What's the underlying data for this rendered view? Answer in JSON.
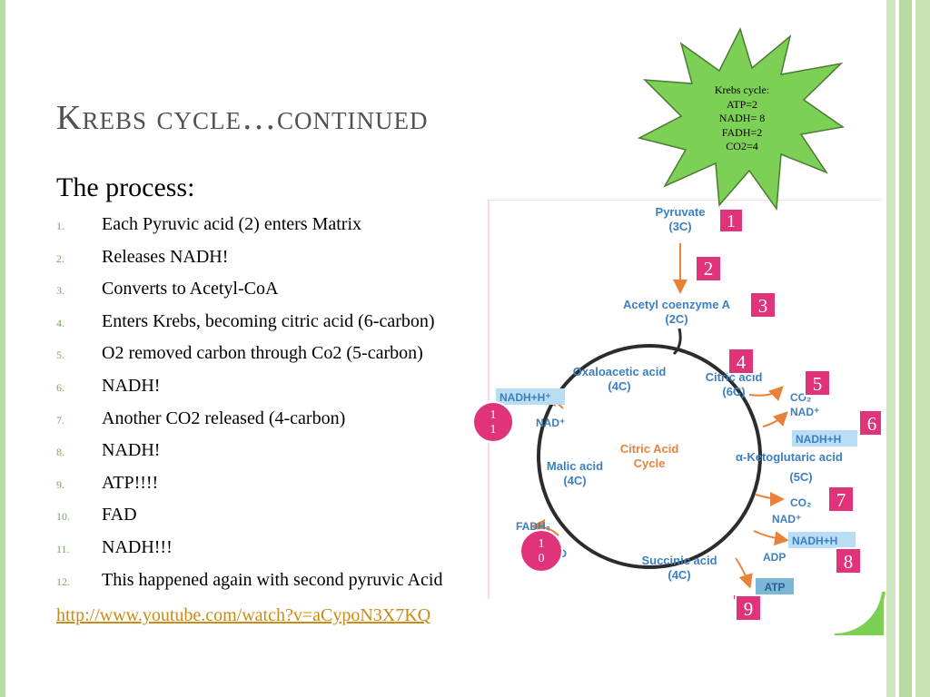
{
  "title": "Krebs cycle…continued",
  "subtitle": "The process:",
  "steps": [
    {
      "num": "1.",
      "text": "Each Pyruvic acid (2) enters Matrix"
    },
    {
      "num": "2.",
      "text": "Releases NADH!"
    },
    {
      "num": "3.",
      "text": "Converts to Acetyl-CoA"
    },
    {
      "num": "4.",
      "text": "Enters Krebs, becoming citric acid (6-carbon)"
    },
    {
      "num": "5.",
      "text": "O2 removed carbon through Co2 (5-carbon)"
    },
    {
      "num": "6.",
      "text": "NADH!"
    },
    {
      "num": "7.",
      "text": "Another CO2 released (4-carbon)"
    },
    {
      "num": "8.",
      "text": "NADH!"
    },
    {
      "num": "9.",
      "text": "ATP!!!!"
    },
    {
      "num": "10.",
      "text": "FAD"
    },
    {
      "num": "11.",
      "text": "NADH!!!"
    },
    {
      "num": "12.",
      "text": "This happened again with second pyruvic Acid"
    }
  ],
  "link": "http://www.youtube.com/watch?v=aCypoN3X7KQ",
  "callout": {
    "line1": "Krebs cycle:",
    "line2": "ATP=2",
    "line3": "NADH= 8",
    "line4": "FADH=2",
    "line5": "CO2=4"
  },
  "diagram": {
    "pyruvate": "Pyruvate",
    "pyruvate_c": "(3C)",
    "acetyl": "Acetyl coenzyme A",
    "acetyl_c": "(2C)",
    "oxalo": "Oxaloacetic acid",
    "oxalo_c": "(4C)",
    "citric": "Citric acid",
    "citric_c": "(6C)",
    "co2": "CO₂",
    "nadplus": "NAD⁺",
    "nadh_h": "NADH+H",
    "nadh_hplus": "NADH+H⁺",
    "keto": "α-Ketoglutaric acid",
    "keto_c": "(5C)",
    "center_line1": "Citric Acid",
    "center_line2": "Cycle",
    "malic": "Malic acid",
    "malic_c": "(4C)",
    "succinic": "Succinic acid",
    "succinic_c": "(4C)",
    "adp": "ADP",
    "atp": "ATP",
    "fadh": "FADH₂",
    "fad": "FAD"
  },
  "markers": {
    "m1": "1",
    "m2": "2",
    "m3": "3",
    "m4": "4",
    "m5": "5",
    "m6": "6",
    "m7": "7",
    "m8": "8",
    "m9": "9",
    "m10a": "1",
    "m10b": "0",
    "m11a": "1",
    "m11b": "1"
  },
  "colors": {
    "accent_green": "#7cd055",
    "marker_pink": "#e0337a",
    "diagram_blue": "#3b7fc0",
    "arrow_orange": "#e8823a",
    "label_highlight": "#b9ddf5"
  }
}
